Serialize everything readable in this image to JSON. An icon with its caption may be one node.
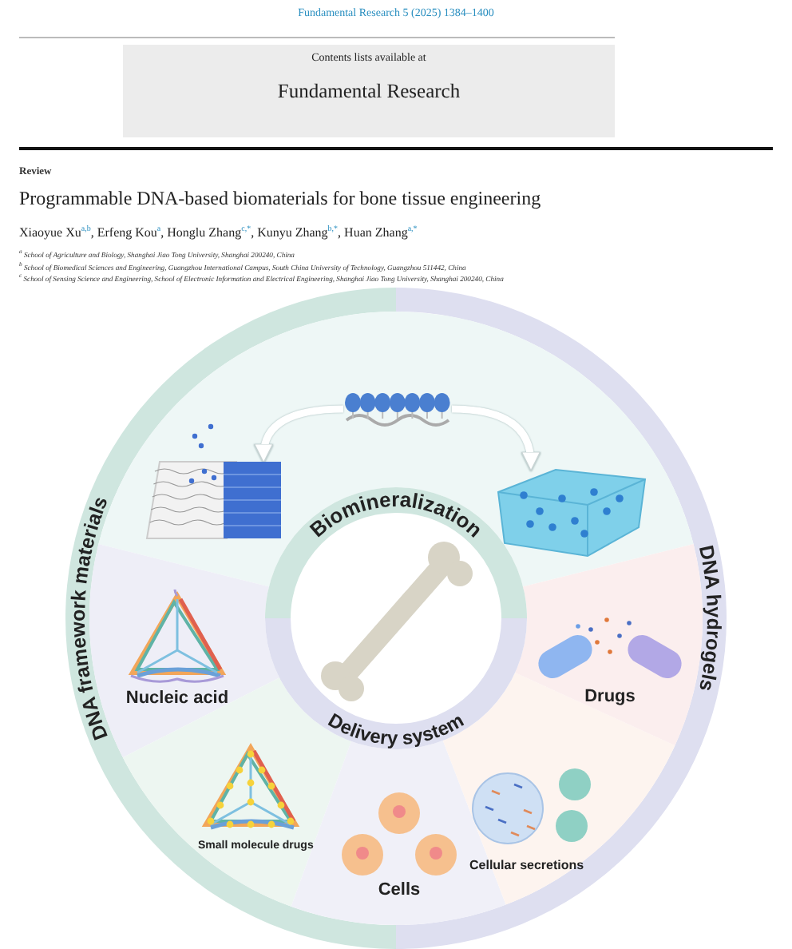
{
  "diagram": {
    "title": "Programmable DNA-based biomaterials for bone tissue engineering",
    "nodes": [
      {
        "text": [],
        "shape": "picture"
      },
      {
        "text": [],
        "shape": "picture"
      },
      {
        "text": [],
        "shape": "picture"
      },
      {
        "text": [
          "Biomineralization",
          "Delivery system"
        ]
      },
      {
        "text": [
          "Nucleic acid"
        ]
      },
      {
        "text": [
          "Small molecule drugs"
        ]
      },
      {
        "text": [
          "Cells"
        ]
      },
      {
        "text": [
          "Cellular secretions"
        ]
      },
      {
        "text": [
          "Drugs"
        ]
      }
    ],
    "edges": [
      {
        "from": 0,
        "to": 1,
        "arrow": "to"
      },
      {
        "from": 0,
        "to": 2,
        "arrow": "to"
      }
    ],
    "labels": [
      "Fundamental Research 5 (2025) 1384–1400",
      "Contents lists available at",
      "Fundamental Research",
      "Review",
      "Xiaoyue Xu$^{a,b}$, Erfeng Kou$^{a}$, Honglu Zhang$^{c,*}$, Kunyu Zhang$^{b,*}$, Huan Zhang$^{a,*}$",
      "$^{a}$ School of Agriculture and Biology, Shanghai Jiao Tong University, Shanghai 200240, China",
      "$^{b}$ School of Biomedical Sciences and Engineering, Guangzhou International Campus, South China University of Technology, Guangzhou 511442, China",
      "$^{c}$ School of Sensing Science and Engineering, School of Electronic Information and Electrical Engineering, Shanghai Jiao Tong University, Shanghai 200240, China",
      "DNA framework materials",
      "DNA hydrogels"
    ]
  }
}
